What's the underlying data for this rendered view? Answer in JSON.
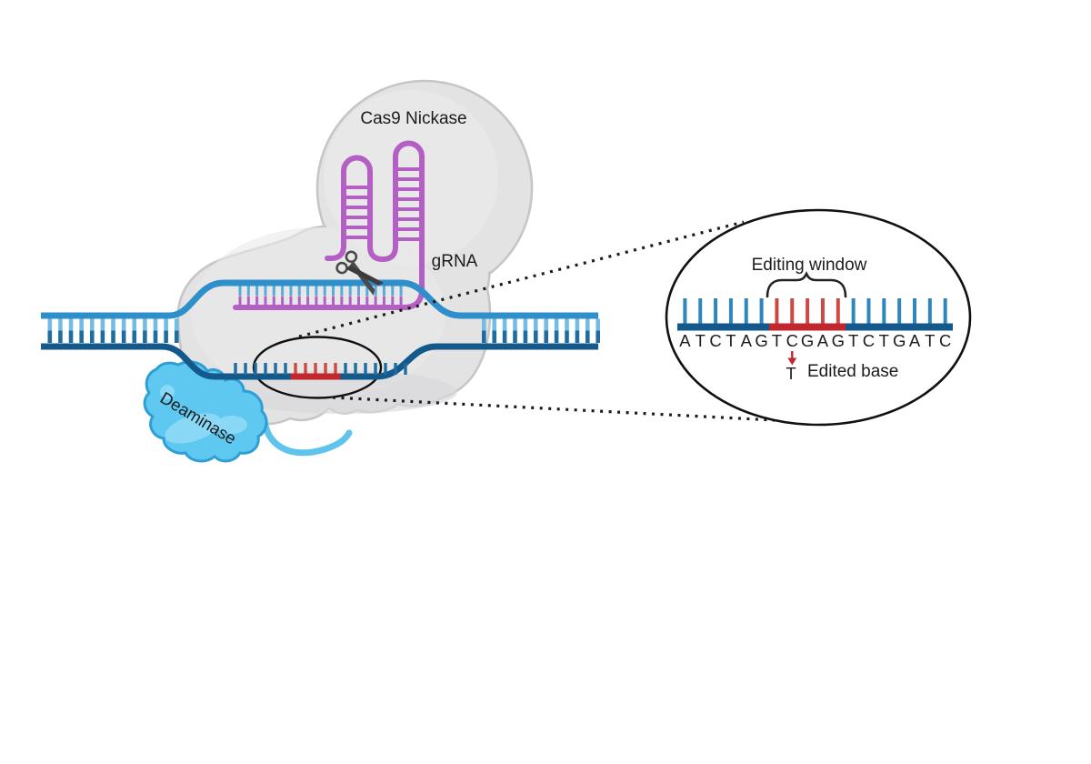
{
  "labels": {
    "cas9": "Cas9 Nickase",
    "grna": "gRNA",
    "deaminase": "Deaminase",
    "editing_window": "Editing window",
    "edited_base": "Edited base",
    "edited_base_letter": "T"
  },
  "inset": {
    "sequence_left": "ATCTAG",
    "sequence_window": "TCGAG",
    "sequence_right": "TCTGATC",
    "window_tick_count": 5,
    "total_tick_count": 18
  },
  "icons": {
    "scissors": "nick-scissors-icon"
  },
  "colors": {
    "dna_light_strand": "#2E8FCB",
    "dna_dark_strand": "#14598C",
    "rung_light": "#74BCE4",
    "rung_dark": "#1D6DA0",
    "bubble_blue_tick": "#56ABDC",
    "bubble_dark_tick": "#1D6DA0",
    "edited_red": "#C1272D",
    "edited_red_tick": "#CC4944",
    "grna_purple": "#B35FC3",
    "inset_tick_blue": "#2E86BD",
    "cas9_gray_fill": "#E3E3E4",
    "cas9_gray_stroke": "#C6C6C8",
    "deaminase_fill": "#5EC8F0",
    "deaminase_stroke": "#2E9FD4",
    "scissors_gray": "#4A4A4C",
    "text_black": "#1C1C1C"
  }
}
